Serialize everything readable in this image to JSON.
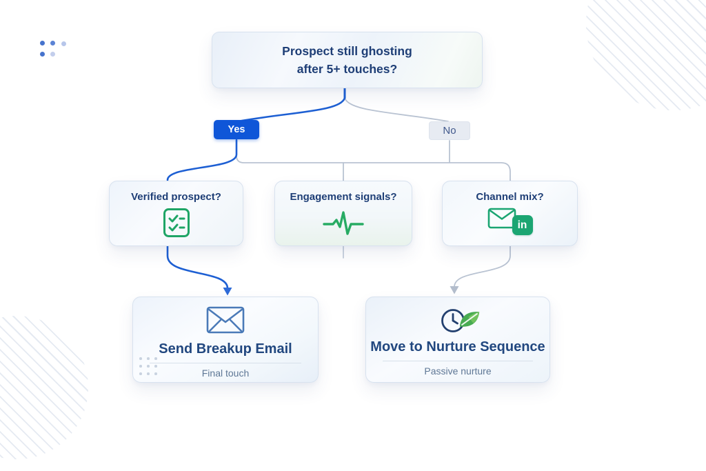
{
  "flowchart": {
    "root": {
      "question": "Prospect still ghosting after 5+ touches?"
    },
    "branch_yes": {
      "label": "Yes"
    },
    "branch_no": {
      "label": "No"
    },
    "criteria": [
      {
        "label": "Verified prospect?",
        "icon": "checklist-icon"
      },
      {
        "label": "Engagement signals?",
        "icon": "pulse-icon"
      },
      {
        "label": "Channel mix?",
        "icon": "email-linkedin-icon",
        "badge_text": "in"
      }
    ],
    "outcomes": [
      {
        "title": "Send Breakup Email",
        "subtitle": "Final touch",
        "icon": "envelope-icon"
      },
      {
        "title": "Move to Nurture Sequence",
        "subtitle": "Passive nurture",
        "icon": "clock-leaf-icon"
      }
    ]
  },
  "colors": {
    "yes_button_bg": "#0f56d8",
    "no_button_bg": "#e7ebf2",
    "yes_line": "#1d5fd3",
    "no_line": "#b9c3d2",
    "green_accent": "#1ba572",
    "heading_navy": "#1e3e76",
    "outcome_heading": "#21477f",
    "subtitle_gray": "#5e7795",
    "envelope_blue": "#4a7ab8",
    "clock_navy": "#23406f",
    "leaf_green": "#48ab52"
  }
}
